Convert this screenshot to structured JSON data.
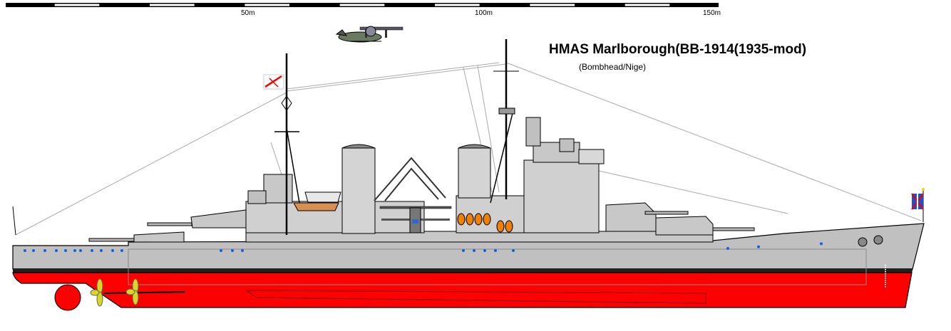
{
  "title": "HMAS Marlborough(BB-1914(1935-mod)",
  "subtitle": "(Bombhead/Nige)",
  "scale_bar": {
    "labels": [
      "50m",
      "100m",
      "150m"
    ],
    "total_length_m": 150,
    "segment_m": 10
  },
  "colors": {
    "hull_gray": "#c0c0c0",
    "antifouling_red": "#ff0000",
    "boot_top": "#202020",
    "superstructure": "#d0d0d0",
    "porthole_blue": "#1060e0",
    "propeller_yellow": "#d8d820",
    "boat_orange": "#f08000"
  }
}
